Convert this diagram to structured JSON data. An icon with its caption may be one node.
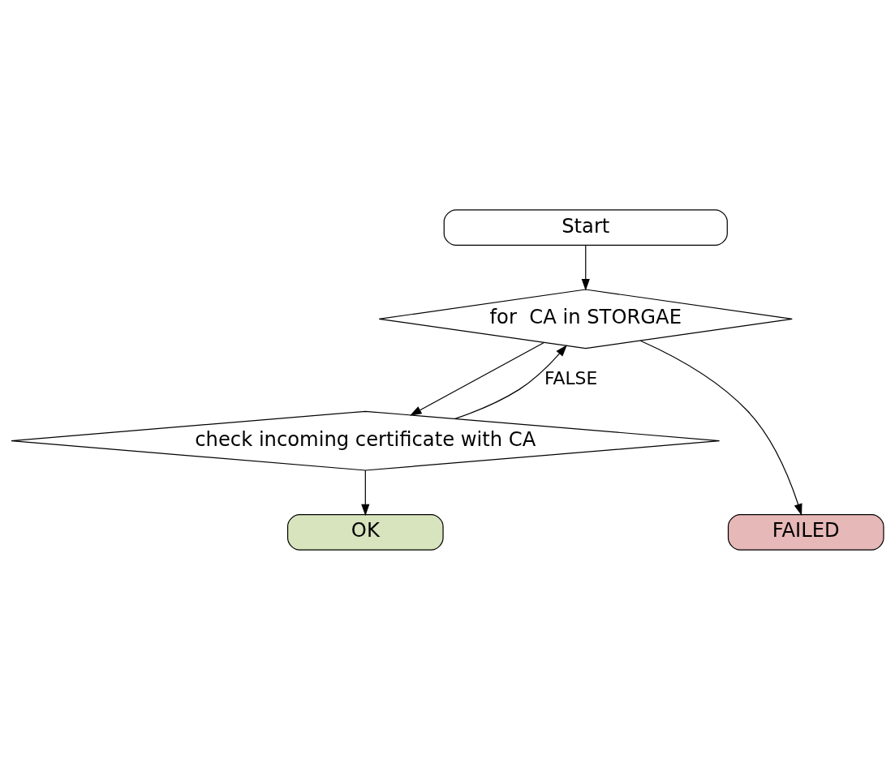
{
  "diagram": {
    "nodes": [
      {
        "text": [
          "Start"
        ]
      },
      {
        "text": [
          "for  CA in STORGAE"
        ]
      },
      {
        "text": [
          "check incoming certificate with CA"
        ]
      },
      {
        "text": [
          "FAILED"
        ]
      },
      {
        "text": [
          "OK"
        ]
      }
    ],
    "edges": [
      {
        "from": 0,
        "to": 1,
        "arrow": "to"
      },
      {
        "from": 1,
        "to": 2,
        "arrow": "to"
      },
      {
        "from": 2,
        "to": 1,
        "arrow": "to",
        "label": "FALSE"
      },
      {
        "from": 1,
        "to": 3,
        "arrow": "to"
      },
      {
        "from": 2,
        "to": 4,
        "arrow": "to"
      }
    ]
  }
}
